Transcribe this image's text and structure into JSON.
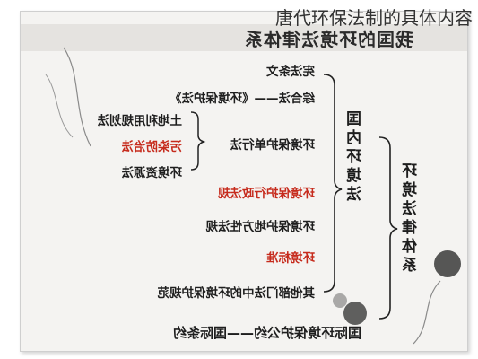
{
  "overlay": {
    "caption": "唐代环保法制的具体内容"
  },
  "slide": {
    "title": "我国的环境法律体系",
    "nodes": {
      "constitution": "宪法条文",
      "comprehensive": "综合法——《环境保护法》",
      "single_law": "环境保护单行法",
      "land_use": "土地利用规划法",
      "pollution": "污染防治法",
      "resources": "环境资源法",
      "admin_regs": "环境保护行政法规",
      "local_regs": "环境保护地方性法规",
      "standards": "环境标准",
      "other_dept": "其他部门法中的环境保护规范",
      "domestic_law": "国内环境法",
      "system": "环境法律体系",
      "international": "国际环境保护公约——国际条约"
    },
    "colors": {
      "red_text": "#c62b1d",
      "dark_text": "#1e1e1e",
      "background": "#f4f3f1"
    }
  }
}
